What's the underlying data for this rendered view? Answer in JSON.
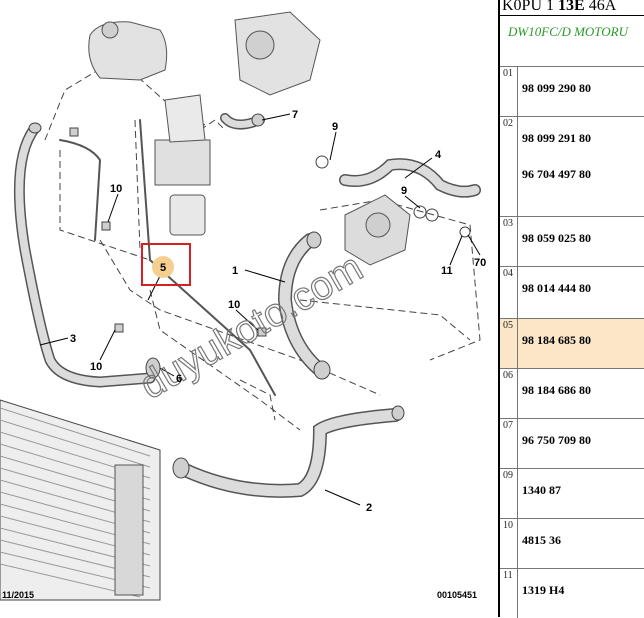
{
  "header": {
    "code_prefix": "K0PU 1 ",
    "code_bold": "13E",
    "code_suffix": " 46A"
  },
  "engine": "DW10FC/D MOTORU",
  "parts": [
    {
      "index": "01",
      "numbers": [
        "98 099 290 80"
      ]
    },
    {
      "index": "02",
      "numbers": [
        "98 099 291 80",
        "96 704 497 80"
      ]
    },
    {
      "index": "03",
      "numbers": [
        "98 059 025 80"
      ]
    },
    {
      "index": "04",
      "numbers": [
        "98 014 444 80"
      ]
    },
    {
      "index": "05",
      "numbers": [
        "98 184 685 80"
      ],
      "selected": true
    },
    {
      "index": "06",
      "numbers": [
        "98 184 686 80"
      ]
    },
    {
      "index": "07",
      "numbers": [
        "96 750 709 80"
      ]
    },
    {
      "index": "09",
      "numbers": [
        "1340 87"
      ]
    },
    {
      "index": "10",
      "numbers": [
        "4815 36"
      ]
    },
    {
      "index": "11",
      "numbers": [
        "1319 H4"
      ]
    }
  ],
  "diagram": {
    "labels": {
      "l1": "1",
      "l2": "2",
      "l3": "3",
      "l4": "4",
      "l5": "5",
      "l6": "6",
      "l7": "7",
      "l9a": "9",
      "l9b": "9",
      "l10a": "10",
      "l10b": "10",
      "l10c": "10",
      "l11": "11",
      "l70": "70"
    },
    "footer_left": "11/2015",
    "footer_right": "00105451",
    "watermark": "duyukoto.com",
    "highlight_color": "#d42020",
    "selected_row_color": "#fbe6c8"
  }
}
